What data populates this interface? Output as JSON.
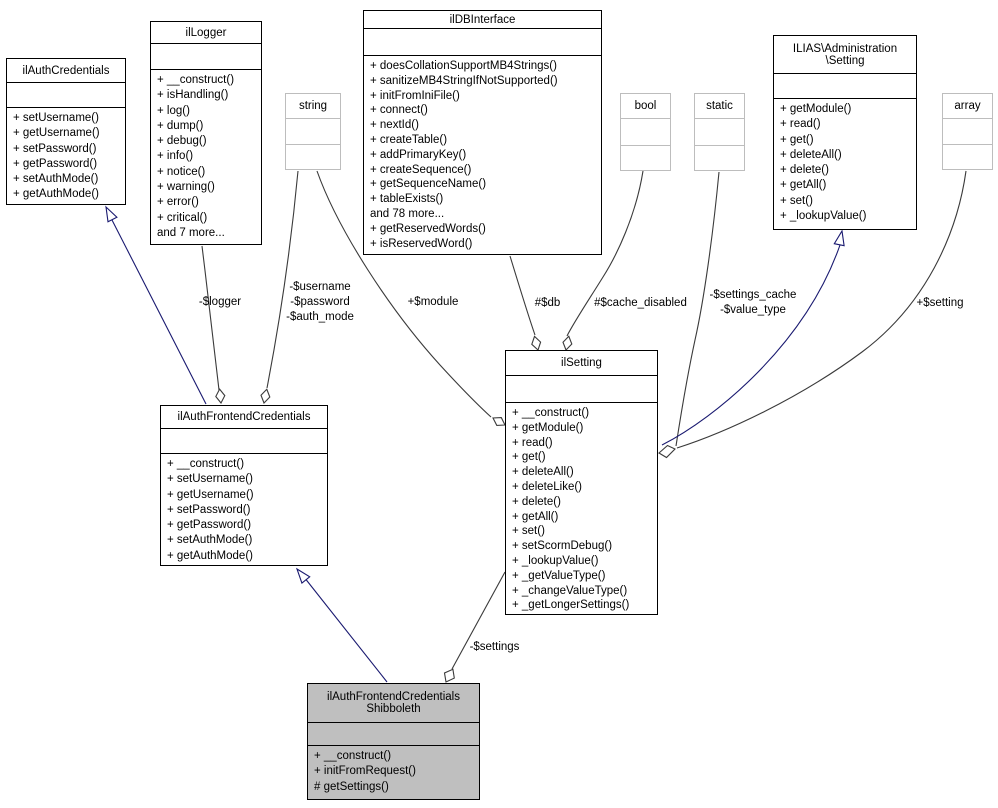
{
  "classes": {
    "ilAuthCredentials": {
      "title": "ilAuthCredentials",
      "methods": [
        "+ setUsername()",
        "+ getUsername()",
        "+ setPassword()",
        "+ getPassword()",
        "+ setAuthMode()",
        "+ getAuthMode()"
      ]
    },
    "ilLogger": {
      "title": "ilLogger",
      "methods": [
        "+ __construct()",
        "+ isHandling()",
        "+ log()",
        "+ dump()",
        "+ debug()",
        "+ info()",
        "+ notice()",
        "+ warning()",
        "+ error()",
        "+ critical()",
        "and 7 more..."
      ]
    },
    "string": {
      "title": "string"
    },
    "ilDBInterface": {
      "title": "ilDBInterface",
      "methods": [
        "+ doesCollationSupportMB4Strings()",
        "+ sanitizeMB4StringIfNotSupported()",
        "+ initFromIniFile()",
        "+ connect()",
        "+ nextId()",
        "+ createTable()",
        "+ addPrimaryKey()",
        "+ createSequence()",
        "+ getSequenceName()",
        "+ tableExists()",
        "and 78 more...",
        "+ getReservedWords()",
        "+ isReservedWord()"
      ]
    },
    "bool": {
      "title": "bool"
    },
    "static": {
      "title": "static"
    },
    "iliasAdministrationSetting": {
      "title": "ILIAS\\Administration\n\\Setting",
      "methods": [
        "+ getModule()",
        "+ read()",
        "+ get()",
        "+ deleteAll()",
        "+ delete()",
        "+ getAll()",
        "+ set()",
        "+ _lookupValue()"
      ]
    },
    "array": {
      "title": "array"
    },
    "ilAuthFrontendCredentials": {
      "title": "ilAuthFrontendCredentials",
      "methods": [
        "+ __construct()",
        "+ setUsername()",
        "+ getUsername()",
        "+ setPassword()",
        "+ getPassword()",
        "+ setAuthMode()",
        "+ getAuthMode()"
      ]
    },
    "ilSetting": {
      "title": "ilSetting",
      "methods": [
        "+ __construct()",
        "+ getModule()",
        "+ read()",
        "+ get()",
        "+ deleteAll()",
        "+ deleteLike()",
        "+ delete()",
        "+ getAll()",
        "+ set()",
        "+ setScormDebug()",
        "+ _lookupValue()",
        "+ _getValueType()",
        "+ _changeValueType()",
        "+ _getLongerSettings()"
      ]
    },
    "ilAuthFrontendCredentialsShibboleth": {
      "title": "ilAuthFrontendCredentials\nShibboleth",
      "methods": [
        "+ __construct()",
        "+ initFromRequest()",
        "# getSettings()"
      ]
    }
  },
  "edge_labels": {
    "logger": "-$logger",
    "credential_fields": "-$username\n-$password\n-$auth_mode",
    "module": "+$module",
    "db": "#$db",
    "cache_disabled": "#$cache_disabled",
    "settings_cache": "-$settings_cache\n-$value_type",
    "setting": "+$setting",
    "settings": "-$settings"
  },
  "colors": {
    "inheritance_edge": "#191970",
    "aggregation_edge": "#3a3a3a",
    "box_border": "#000000",
    "type_box_border": "#bdbdbd",
    "highlight_fill": "#bfbfbf",
    "background": "#ffffff"
  }
}
